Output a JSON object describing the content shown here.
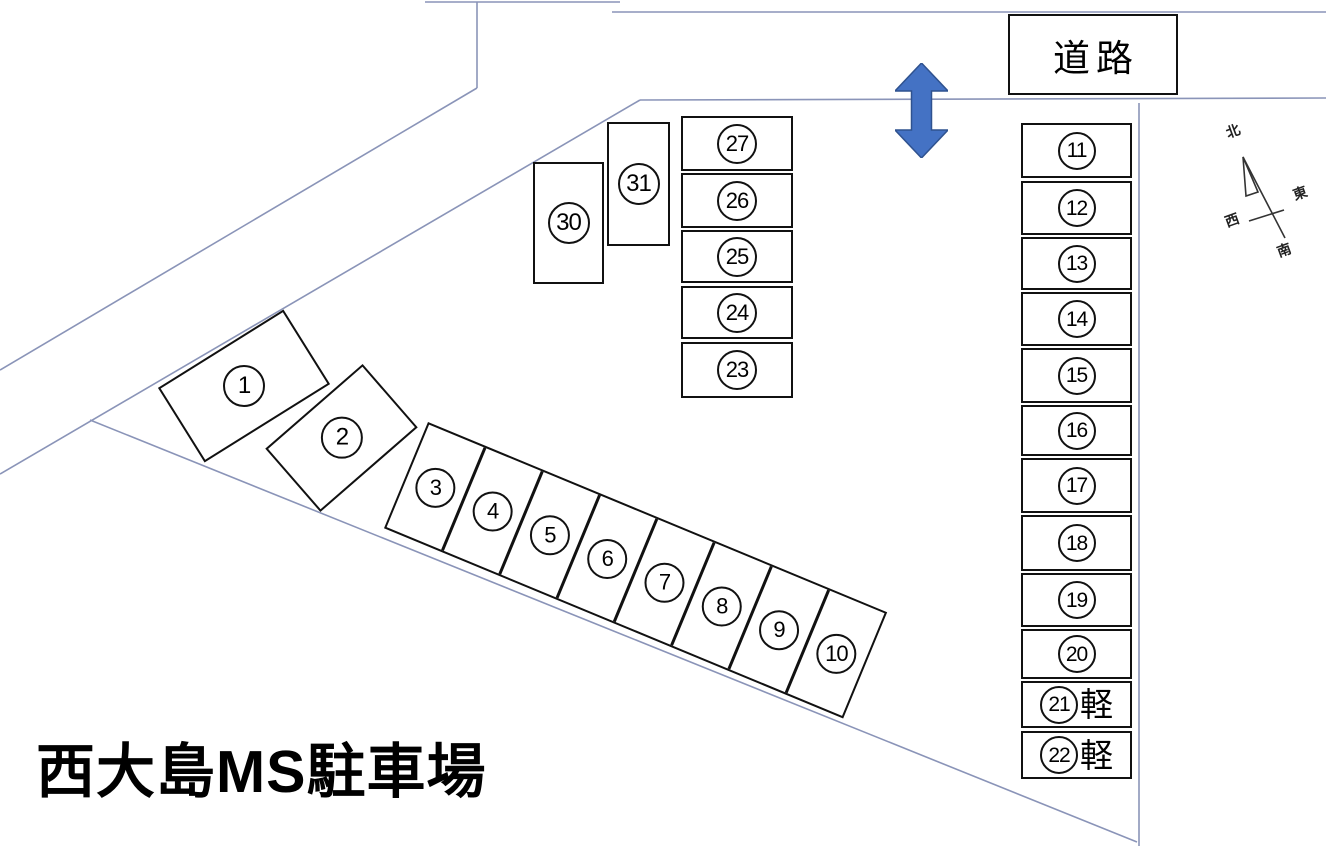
{
  "title": "西大島MS駐車場",
  "road": {
    "label": "道路"
  },
  "compass": {
    "north": "北",
    "east": "東",
    "west": "西",
    "south": "南"
  },
  "colors": {
    "arrow_fill": "#4472c4",
    "arrow_stroke": "#2f528f",
    "boundary_line": "#8a94b8",
    "box_border": "#111111",
    "text": "#000000"
  },
  "icons": {
    "arrow": "up-down-arrow",
    "compass_needle": "north-needle"
  },
  "spaces": {
    "angled_pair": [
      "1",
      "2"
    ],
    "diagonal_band": [
      "3",
      "4",
      "5",
      "6",
      "7",
      "8",
      "9",
      "10"
    ],
    "right_column": [
      {
        "num": "11"
      },
      {
        "num": "12"
      },
      {
        "num": "13"
      },
      {
        "num": "14"
      },
      {
        "num": "15"
      },
      {
        "num": "16"
      },
      {
        "num": "17"
      },
      {
        "num": "18"
      },
      {
        "num": "19"
      },
      {
        "num": "20"
      },
      {
        "num": "21",
        "suffix": "軽"
      },
      {
        "num": "22",
        "suffix": "軽"
      }
    ],
    "middle_column": [
      "27",
      "26",
      "25",
      "24",
      "23"
    ],
    "upper_pair": [
      "30",
      "31"
    ]
  }
}
